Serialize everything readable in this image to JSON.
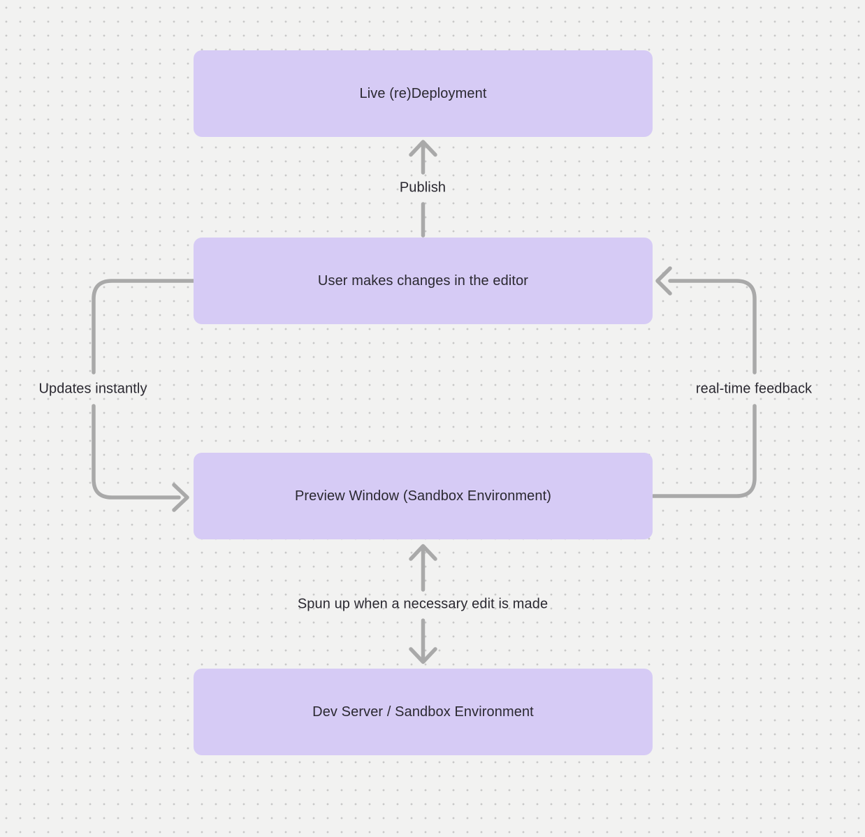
{
  "canvas": {
    "background_color": "#F2F2F1",
    "dot_color": "#C8C8C8",
    "node_fill": "#D6CBF5",
    "node_text_color": "#2A2830",
    "arrow_color": "#A9A9A9"
  },
  "nodes": [
    {
      "id": "live-redeployment",
      "label": "Live (re)Deployment"
    },
    {
      "id": "user-editor",
      "label": "User makes changes in the editor"
    },
    {
      "id": "preview-window",
      "label": "Preview Window (Sandbox Environment)"
    },
    {
      "id": "dev-server",
      "label": "Dev Server / Sandbox Environment"
    }
  ],
  "edge_labels": [
    {
      "id": "publish",
      "label": "Publish"
    },
    {
      "id": "updates-instantly",
      "label": "Updates instantly"
    },
    {
      "id": "realtime-feedback",
      "label": "real-time feedback"
    },
    {
      "id": "spun-up",
      "label": "Spun up when a necessary edit is made"
    }
  ]
}
